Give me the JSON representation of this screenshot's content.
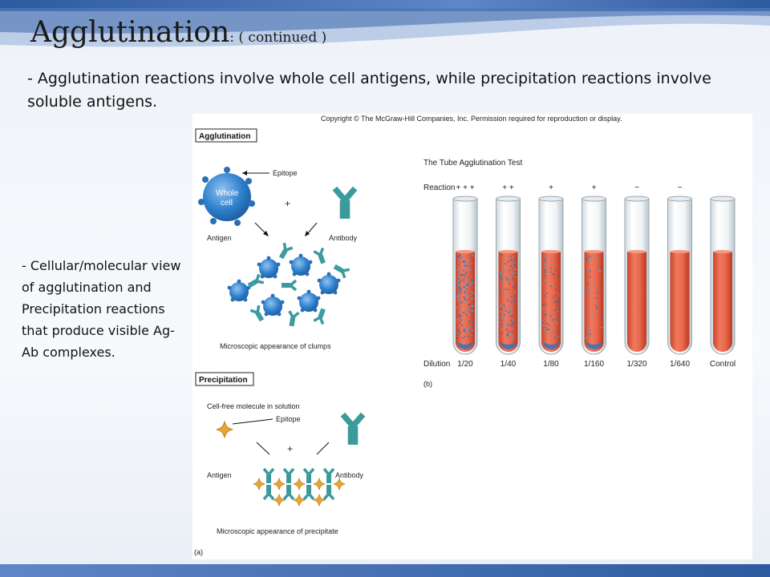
{
  "slide": {
    "title_main": "Agglutination",
    "title_sub": ": ( continued )",
    "bullet_top": "- Agglutination reactions involve whole cell antigens, while precipitation reactions involve soluble antigens.",
    "bullet_left": "- Cellular/molecular view of agglutination and Precipitation reactions that produce visible Ag-Ab complexes."
  },
  "figure": {
    "copyright": "Copyright © The McGraw-Hill Companies, Inc. Permission required for reproduction or display.",
    "agglutination": {
      "box_label": "Agglutination",
      "epitope": "Epitope",
      "whole_cell_line1": "Whole",
      "whole_cell_line2": "cell",
      "plus": "+",
      "antigen": "Antigen",
      "antibody": "Antibody",
      "caption": "Microscopic appearance of clumps"
    },
    "precipitation": {
      "box_label": "Precipitation",
      "cell_free": "Cell-free molecule in solution",
      "epitope": "Epitope",
      "plus": "+",
      "antigen": "Antigen",
      "antibody": "Antibody",
      "caption": "Microscopic appearance of precipitate",
      "panel_label": "(a)"
    },
    "tube_test": {
      "title": "The Tube Agglutination Test",
      "reaction_label": "Reaction",
      "dilution_label": "Dilution",
      "panel_label": "(b)",
      "tubes": [
        {
          "reaction": "+ + +",
          "dilution": "1/20",
          "density": 1.0
        },
        {
          "reaction": "+ +",
          "dilution": "1/40",
          "density": 0.7
        },
        {
          "reaction": "+",
          "dilution": "1/80",
          "density": 0.45
        },
        {
          "reaction": "+",
          "dilution": "1/160",
          "density": 0.25
        },
        {
          "reaction": "−",
          "dilution": "1/320",
          "density": 0
        },
        {
          "reaction": "−",
          "dilution": "1/640",
          "density": 0
        },
        {
          "reaction": "",
          "dilution": "Control",
          "density": 0
        }
      ]
    }
  }
}
